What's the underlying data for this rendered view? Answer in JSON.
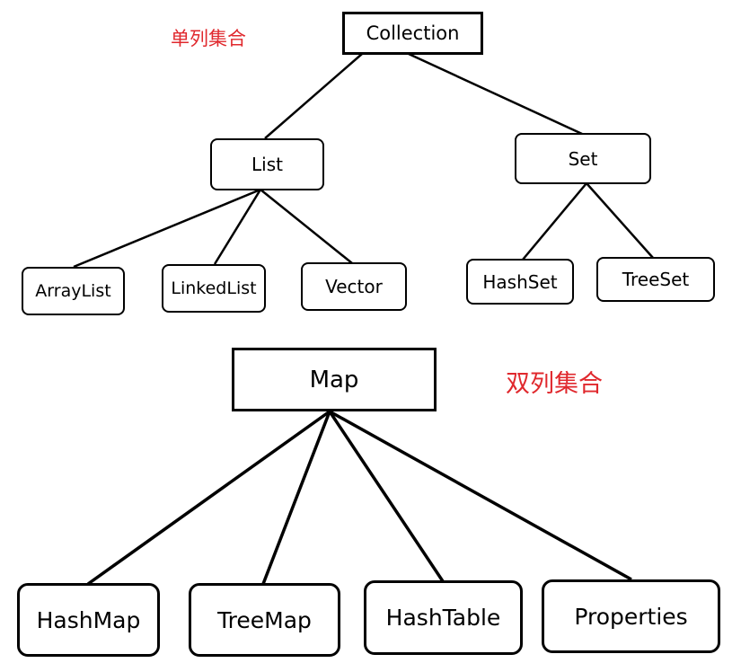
{
  "single_column_label": "单列集合",
  "double_column_label": "双列集合",
  "nodes": {
    "collection": "Collection",
    "list": "List",
    "set": "Set",
    "arraylist": "ArrayList",
    "linkedlist": "LinkedList",
    "vector": "Vector",
    "hashset": "HashSet",
    "treeset": "TreeSet",
    "map": "Map",
    "hashmap": "HashMap",
    "treemap": "TreeMap",
    "hashtable": "HashTable",
    "properties": "Properties"
  },
  "edges": [
    [
      "collection",
      "list"
    ],
    [
      "collection",
      "set"
    ],
    [
      "list",
      "arraylist"
    ],
    [
      "list",
      "linkedlist"
    ],
    [
      "list",
      "vector"
    ],
    [
      "set",
      "hashset"
    ],
    [
      "set",
      "treeset"
    ],
    [
      "map",
      "hashmap"
    ],
    [
      "map",
      "treemap"
    ],
    [
      "map",
      "hashtable"
    ],
    [
      "map",
      "properties"
    ]
  ]
}
